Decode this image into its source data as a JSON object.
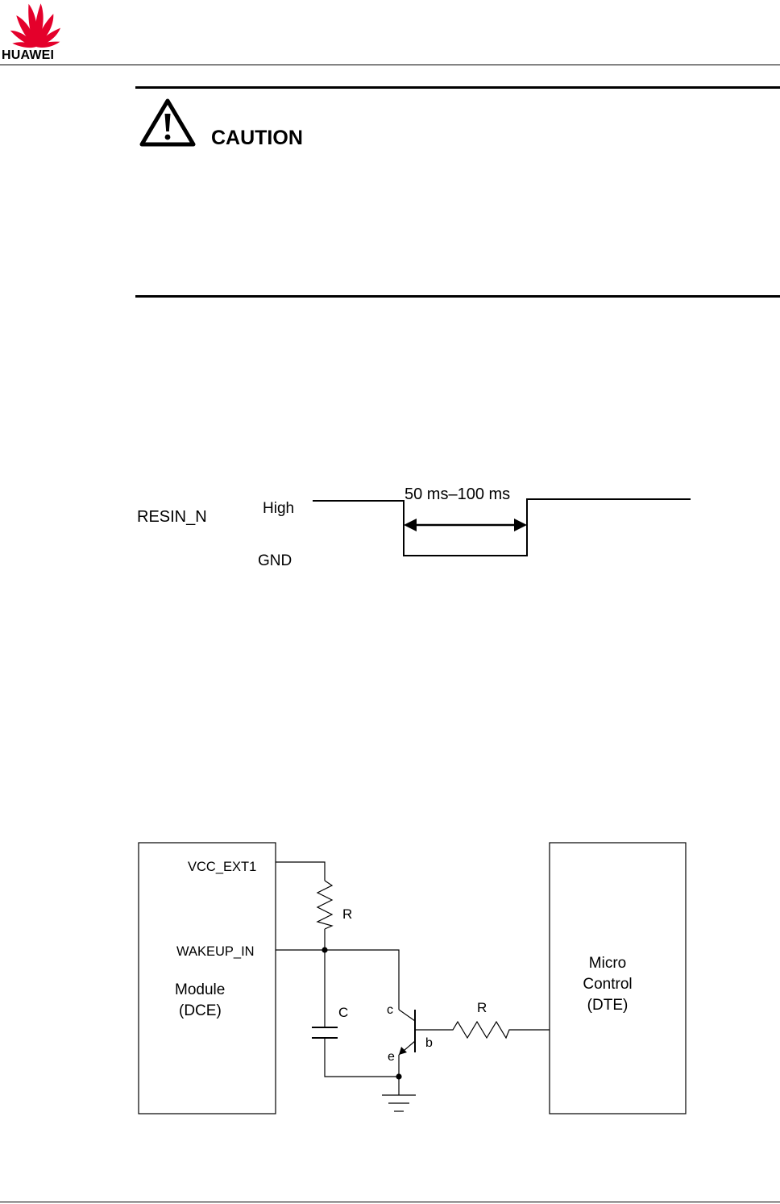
{
  "header": {
    "brand": "HUAWEI",
    "brand_color": "#e4002b",
    "logo_icon": "huawei-petal-logo"
  },
  "caution": {
    "icon": "warning-triangle-icon",
    "label": "CAUTION"
  },
  "timing_diagram": {
    "signal": "RESIN_N",
    "level_high": "High",
    "level_low": "GND",
    "pulse_width": "50 ms–100 ms"
  },
  "circuit": {
    "module_line1": "Module",
    "module_line2": "(DCE)",
    "pin_vcc": "VCC_EXT1",
    "pin_wakeup": "WAKEUP_IN",
    "resistor_top": "R",
    "capacitor": "C",
    "collector": "c",
    "emitter": "e",
    "base": "b",
    "resistor_base": "R",
    "mcu_line1": "Micro",
    "mcu_line2": "Control",
    "mcu_line3": "(DTE)"
  }
}
